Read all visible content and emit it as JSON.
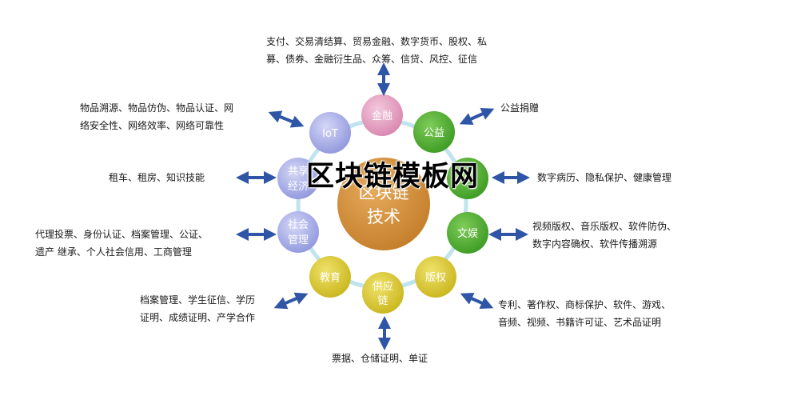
{
  "center": {
    "line1": "区块链",
    "line2": "技术"
  },
  "watermark": "区块链模板网",
  "colors": {
    "purple": "#a9aee6",
    "pink": "#e6a3c3",
    "green": "#4fb231",
    "yellow": "#dfcf2a",
    "orange": "#d48f3a",
    "ring": "#bfe3ef",
    "arrow": "#2f56a6"
  },
  "nodes": [
    {
      "id": "finance",
      "label": "金融",
      "color": "pink"
    },
    {
      "id": "welfare",
      "label": "公益",
      "color": "green"
    },
    {
      "id": "health",
      "label": "",
      "color": "green"
    },
    {
      "id": "culture",
      "label": "文娱",
      "color": "green"
    },
    {
      "id": "copyright",
      "label": "版权",
      "color": "yellow"
    },
    {
      "id": "supply",
      "label1": "供应",
      "label2": "链",
      "color": "yellow"
    },
    {
      "id": "education",
      "label": "教育",
      "color": "yellow"
    },
    {
      "id": "social",
      "label1": "社会",
      "label2": "管理",
      "color": "purple"
    },
    {
      "id": "sharing",
      "label1": "共享",
      "label2": "经济",
      "color": "purple"
    },
    {
      "id": "iot",
      "label": "IoT",
      "color": "purple"
    }
  ],
  "descriptions": {
    "finance": [
      "支付、交易清结算、贸易金融、数字货币、股权、私",
      "募、债券、金融衍生品、众筹、信贷、风控、征信"
    ],
    "welfare": [
      "公益捐赠"
    ],
    "health": [
      "数字病历、隐私保护、健康管理"
    ],
    "culture": [
      "视频版权、音乐版权、软件防伪、",
      "数字内容确权、软件传播溯源"
    ],
    "copyright": [
      "专利、著作权、商标保护、软件、游戏、",
      "音频、视频、书籍许可证、艺术品证明"
    ],
    "supply": [
      "票据、仓储证明、单证"
    ],
    "education": [
      "档案管理、学生征信、学历",
      "证明、成绩证明、产学合作"
    ],
    "social": [
      "代理投票、身份认证、档案管理、公证、",
      "遗产 继承、个人社会信用、工商管理"
    ],
    "sharing": [
      "租车、租房、知识技能"
    ],
    "iot": [
      "物品溯源、物品仿伪、物品认证、网",
      "络安全性、网络效率、网络可靠性"
    ]
  }
}
